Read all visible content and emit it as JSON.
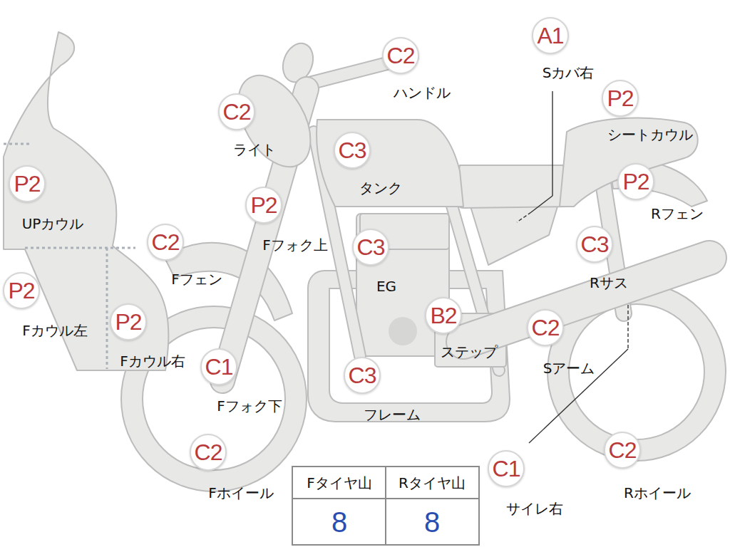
{
  "diagram": {
    "nodes": [
      {
        "text": [
          "A1",
          "Sカバ右"
        ]
      },
      {
        "text": [
          "C2",
          "ハンドル"
        ]
      },
      {
        "text": [
          "P2",
          "シートカウル"
        ]
      },
      {
        "text": [
          "C2",
          "ライト"
        ]
      },
      {
        "text": [
          "C3",
          "タンク"
        ]
      },
      {
        "text": [
          "P2",
          "UPカウル"
        ]
      },
      {
        "text": [
          "P2",
          "Rフェン"
        ]
      },
      {
        "text": [
          "P2",
          "Fフォク上"
        ]
      },
      {
        "text": [
          "C2",
          "Fフェン"
        ]
      },
      {
        "text": [
          "C3",
          "EG"
        ]
      },
      {
        "text": [
          "C3",
          "Rサス"
        ]
      },
      {
        "text": [
          "P2",
          "Fカウル左"
        ]
      },
      {
        "text": [
          "P2",
          "Fカウル右"
        ]
      },
      {
        "text": [
          "B2",
          "ステップ"
        ]
      },
      {
        "text": [
          "C2",
          "Sアーム"
        ]
      },
      {
        "text": [
          "C1",
          "Fフォク下"
        ]
      },
      {
        "text": [
          "C3",
          "フレーム"
        ]
      },
      {
        "text": [
          "C1",
          "サイレ右"
        ]
      },
      {
        "text": [
          "C2",
          "Fホイール"
        ]
      },
      {
        "text": [
          "C2",
          "Rホイール"
        ]
      }
    ],
    "labels": [
      "Fタイヤ山",
      "Rタイヤ山",
      "8",
      "8"
    ]
  }
}
